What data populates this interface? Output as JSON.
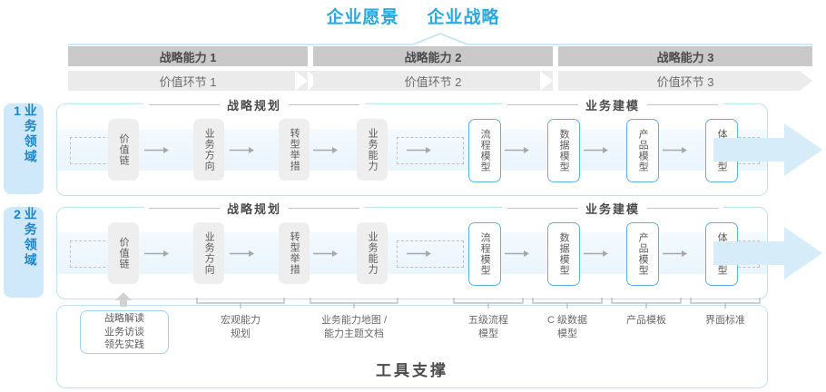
{
  "title": {
    "vision": "企业愿景",
    "strategy": "企业战略"
  },
  "capability_bands": [
    {
      "label": "战略能力 1"
    },
    {
      "label": "战略能力 2"
    },
    {
      "label": "战略能力 3"
    }
  ],
  "value_bands": [
    {
      "label": "价值环节 1"
    },
    {
      "label": "价值环节 2"
    },
    {
      "label": "价值环节 3"
    }
  ],
  "domains": [
    {
      "label": "业务领域 1"
    },
    {
      "label": "业务领域 2"
    }
  ],
  "sections": [
    {
      "label": "战略规划"
    },
    {
      "label": "业务建模"
    }
  ],
  "nodes": [
    {
      "label": "价值链",
      "style": "gray"
    },
    {
      "label": "业务方向",
      "style": "gray"
    },
    {
      "label": "转型举措",
      "style": "gray"
    },
    {
      "label": "业务能力",
      "style": "gray"
    },
    {
      "label": "流程模型",
      "style": "blue"
    },
    {
      "label": "数据模型",
      "style": "blue"
    },
    {
      "label": "产品模型",
      "style": "blue"
    },
    {
      "label": "体验模型",
      "style": "blue"
    }
  ],
  "tool_chip": {
    "line1": "战略解读",
    "line2": "业务访谈",
    "line3": "领先实践"
  },
  "annotations": [
    {
      "line1": "宏观能力",
      "line2": "规划"
    },
    {
      "line1": "业务能力地图 /",
      "line2": "能力主题文档"
    },
    {
      "line1": "五级流程",
      "line2": "模型"
    },
    {
      "line1": "C 级数据",
      "line2": "模型"
    },
    {
      "line1": "产品模板",
      "line2": ""
    },
    {
      "line1": "界面标准",
      "line2": ""
    }
  ],
  "tool_support": {
    "label": "工具支撑"
  },
  "colors": {
    "accent_blue": "#29a8e0",
    "node_blue_border": "#5bb4e5",
    "container_border": "#bfe2f5",
    "domain_tab_bg": "#cfe9fa",
    "band_dark": "#c9c9c9",
    "band_light": "#ebebeb",
    "node_gray": "#eeeeee",
    "arrow_gray": "#a8a8a8"
  }
}
